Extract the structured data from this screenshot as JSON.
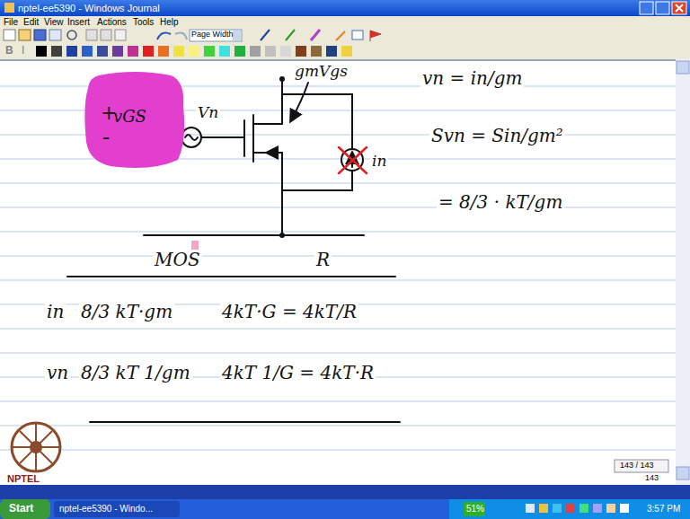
{
  "diagram": {
    "nodes": [
      {
        "text": [
          "+",
          "vGS",
          "-"
        ]
      }
    ],
    "labels": [
      "nptel-ee5390 - Windows Journal",
      "File",
      "Edit",
      "View",
      "Insert",
      "Actions",
      "Tools",
      "Help",
      "Page Width",
      "B",
      "I",
      "gmVgs",
      "Vn",
      "in",
      "vn = in/gm",
      "Svn = Sin/gm²",
      "= 8/3 · kT/gm",
      "MOS",
      "R",
      "in",
      "8/3 kT·gm",
      "4kT·G = 4kT/R",
      "vn",
      "8/3 kT 1/gm",
      "4kT 1/G = 4kT·R",
      "143 / 143",
      "143",
      "NPTEL",
      "Start",
      "nptel-ee5390 - Windo...",
      "51%",
      "3:57 PM"
    ]
  }
}
